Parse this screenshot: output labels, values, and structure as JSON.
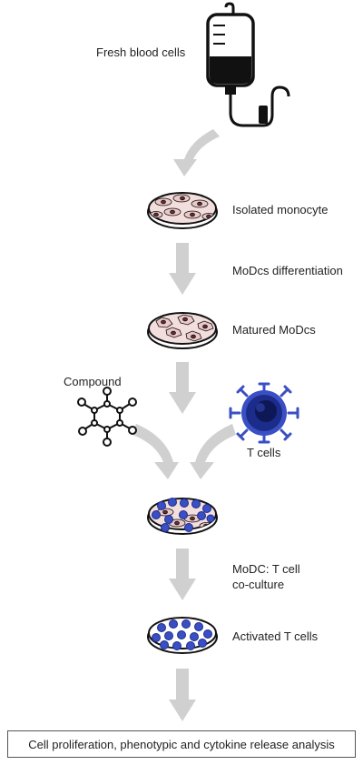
{
  "steps": {
    "blood": "Fresh blood cells",
    "monocyte": "Isolated monocyte",
    "differentiation": "MoDcs differentiation",
    "matured": "Matured MoDcs",
    "compound": "Compound",
    "tcells": "T cells",
    "coculture_line1": "MoDC: T cell",
    "coculture_line2": "co-culture",
    "activated": "Activated T cells"
  },
  "result": "Cell proliferation, phenotypic and cytokine release analysis",
  "colors": {
    "arrow": "#d0d0d0",
    "dish_media": "#f3dede",
    "cell_body": "#ecc9c9",
    "nucleus": "#6b2b33",
    "tcell": "#3a4fc4",
    "tcell_dark": "#1b2c8a",
    "outline": "#111111"
  }
}
